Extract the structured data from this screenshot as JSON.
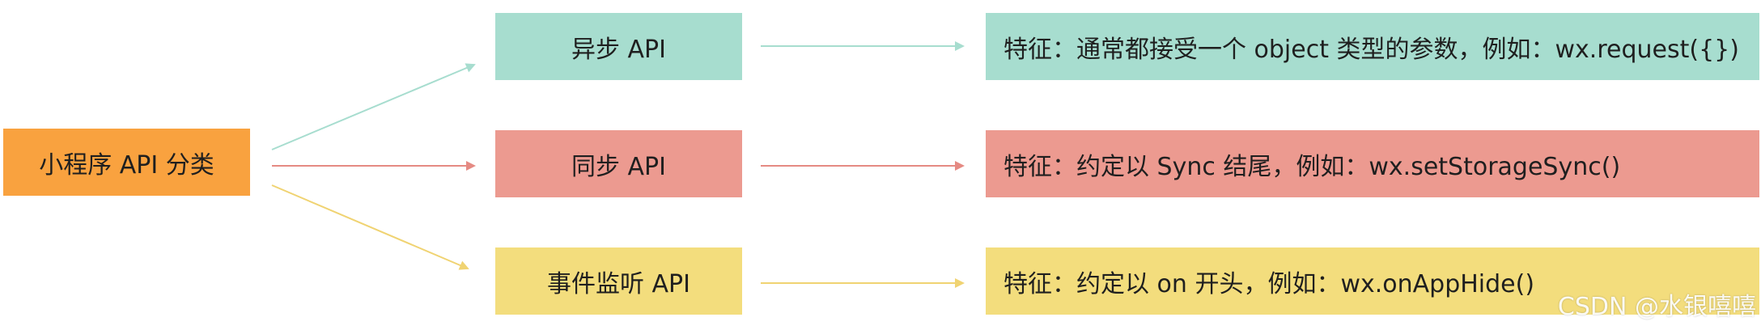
{
  "root": {
    "label": "小程序 API 分类"
  },
  "categories": [
    {
      "label": "异步 API",
      "description": "特征：通常都接受一个 object 类型的参数，例如：wx.request({})",
      "color": "#a7ddcf",
      "arrow_color": "#a7ddcf"
    },
    {
      "label": "同步 API",
      "description": "特征：约定以 Sync 结尾，例如：wx.setStorageSync()",
      "color": "#ec9a90",
      "arrow_color": "#e58a83"
    },
    {
      "label": "事件监听 API",
      "description": "特征：约定以 on 开头，例如：wx.onAppHide()",
      "color": "#f3dd7d",
      "arrow_color": "#f0d372"
    }
  ],
  "root_color": "#f9a23f",
  "watermark": "CSDN @水银嘻嘻"
}
